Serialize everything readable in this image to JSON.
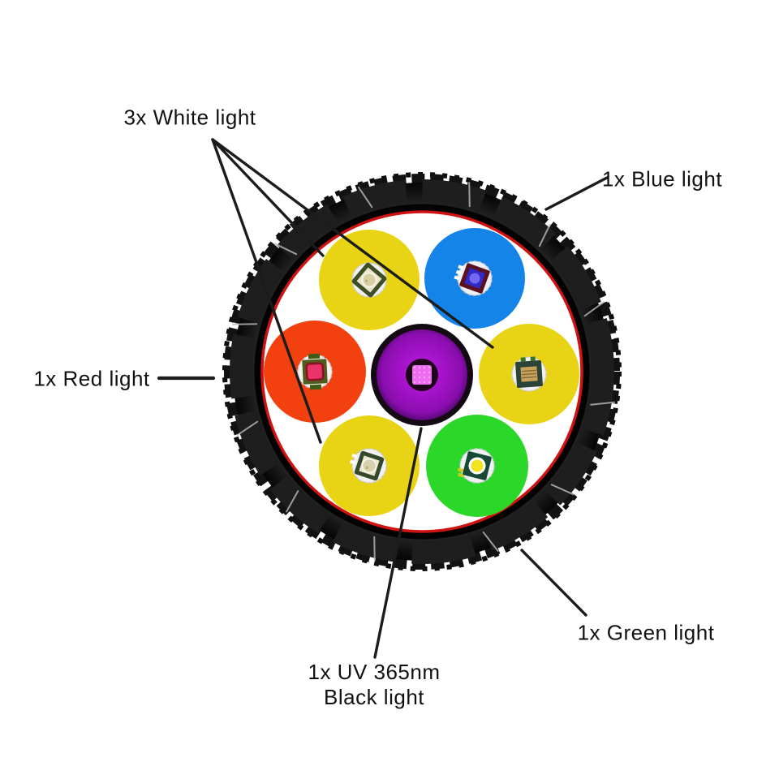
{
  "labels": {
    "white": "3x White light",
    "blue": "1x Blue light",
    "red": "1x Red light",
    "green": "1x Green light",
    "uv_line1": "1x UV 365nm",
    "uv_line2": "Black light"
  },
  "emitters": [
    {
      "name": "White light",
      "count": 3,
      "lens_color": "#e8d414"
    },
    {
      "name": "Blue light",
      "count": 1,
      "lens_color": "#1484e8"
    },
    {
      "name": "Red light",
      "count": 1,
      "lens_color": "#f3400f"
    },
    {
      "name": "Green light",
      "count": 1,
      "lens_color": "#2bd82a"
    },
    {
      "name": "UV 365nm Black light",
      "count": 1,
      "lens_color": "#a312c8"
    }
  ],
  "colors": {
    "background": "#ffffff",
    "bezel": "#141414",
    "face": "#ffffff",
    "face_ring": "#cf1212",
    "annotation": "#1c1c1c",
    "text": "#111111",
    "lens_white": "#e8d414",
    "lens_blue": "#1484e8",
    "lens_red": "#f3400f",
    "lens_green": "#2bd82a",
    "lens_uv": "#a312c8",
    "uv_center": "#ee6cf0"
  }
}
